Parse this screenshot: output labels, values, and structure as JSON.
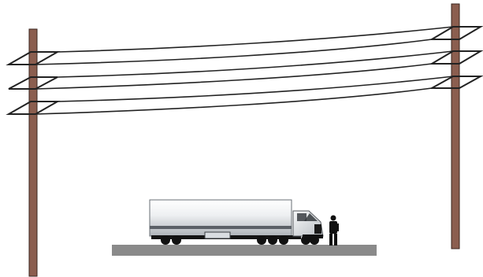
{
  "scene": {
    "kind": "power-line-clearance-diagram",
    "poles": [
      "left-pole",
      "right-pole"
    ],
    "conductor_count": 6,
    "crossarm_count": 6,
    "vehicle": "semi-truck",
    "person": "standing-worker"
  },
  "colors": {
    "pole_fill": "#8b5e4f",
    "pole_stroke": "#3a241d",
    "line": "#222222",
    "road": "#8a8a8a",
    "truck_box_top": "#f7f8f9",
    "truck_box_bottom": "#b8bcc1",
    "truck_cab": "#dfe2e5",
    "dark": "#111111"
  }
}
